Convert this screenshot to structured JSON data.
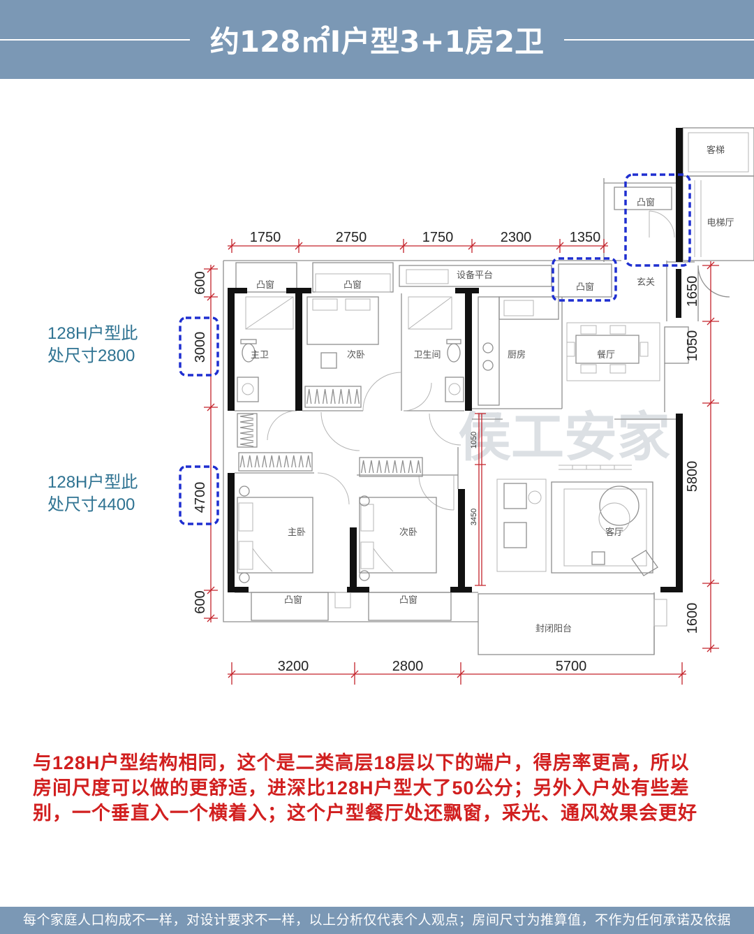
{
  "header": {
    "title": "约128㎡I户型3+1房2卫"
  },
  "annotations": [
    {
      "line1": "128H户型此",
      "line2": "处尺寸2800"
    },
    {
      "line1": "128H户型此",
      "line2": "处尺寸4400"
    }
  ],
  "dimensions": {
    "top": [
      "1750",
      "2750",
      "1750",
      "2300",
      "1350"
    ],
    "bottom": [
      "3200",
      "2800",
      "5700"
    ],
    "left": [
      "600",
      "3000",
      "4700",
      "600"
    ],
    "right": [
      "1650",
      "1050",
      "5800",
      "1600"
    ],
    "interior": [
      "1050",
      "3450"
    ]
  },
  "rooms": [
    "凸窗",
    "凸窗",
    "设备平台",
    "凸窗",
    "玄关",
    "客梯",
    "凸窗",
    "电梯厅",
    "主卫",
    "次卧",
    "卫生间",
    "厨房",
    "餐厅",
    "主卧",
    "次卧",
    "客厅",
    "凸窗",
    "凸窗",
    "封闭阳台"
  ],
  "watermark": "侯工安家",
  "note": {
    "lines": [
      "与128H户型结构相同，这个是二类高层18层以下的端户，得房率更高，所以",
      "房间尺度可以做的更舒适，进深比128H户型大了50公分；另外入户处有些差",
      "别，一个垂直入一个横着入；这个户型餐厅处还飘窗，采光、通风效果会更好"
    ]
  },
  "footer": {
    "text": "每个家庭人口构成不一样，对设计要求不一样，以上分析仅代表个人观点；房间尺寸为推算值，不作为任何承诺及依据"
  },
  "colors": {
    "band": "#7b98b5",
    "title_text": "#ffffff",
    "annotation_text": "#2f7392",
    "note_text": "#d11f1f",
    "dimension_line": "#c4232b",
    "highlight_box": "#1f2fd0",
    "wall": "#111111",
    "plan_line": "#8f8f8f",
    "watermark": "#d7dbe0"
  }
}
